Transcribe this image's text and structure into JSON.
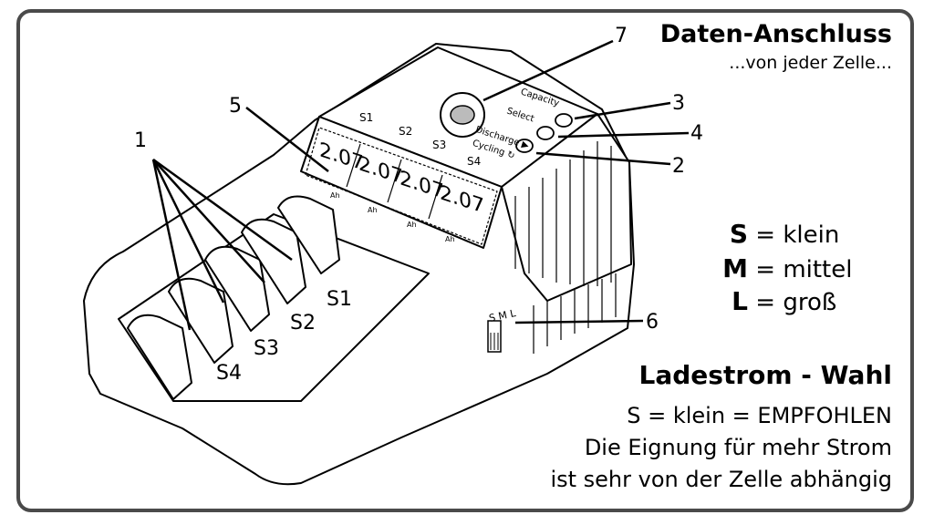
{
  "header": {
    "title": "Daten-Anschluss",
    "subtitle": "...von jeder Zelle..."
  },
  "callouts": [
    "1",
    "2",
    "3",
    "4",
    "5",
    "6",
    "7"
  ],
  "legend": [
    {
      "key": "S",
      "text": "= klein"
    },
    {
      "key": "M",
      "text": "= mittel"
    },
    {
      "key": "L",
      "text": "= groß"
    }
  ],
  "charge_section": {
    "title": "Ladestrom - Wahl",
    "lines": [
      "S = klein = EMPFOHLEN",
      "Die Eignung für mehr Strom",
      "ist sehr von der Zelle abhängig"
    ]
  },
  "device": {
    "display_slots": [
      "S1",
      "S2",
      "S3",
      "S4"
    ],
    "bay_slots": [
      "S1",
      "S2",
      "S3",
      "S4"
    ],
    "display_reading": "2.07",
    "display_unit": "Ah",
    "buttons": [
      "Capacity",
      "Select",
      "Discharge ▶",
      "Cycling ↻"
    ],
    "switch_label": "S M L"
  }
}
